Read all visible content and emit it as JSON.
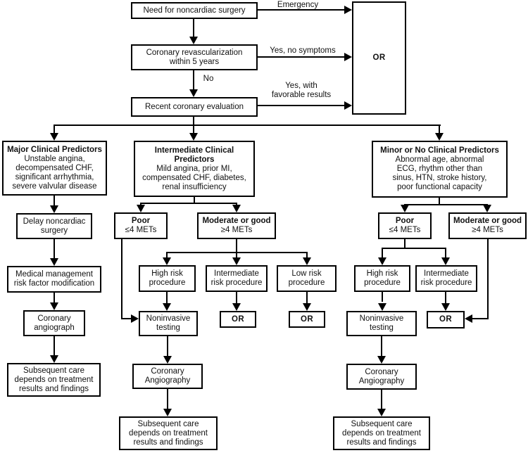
{
  "colors": {
    "line": "#000000",
    "background": "#ffffff",
    "text": "#111111"
  },
  "top": {
    "need_surgery": "Need for noncardiac surgery",
    "revascularization": "Coronary revascularization\nwithin 5 years",
    "recent_evaluation": "Recent coronary evaluation",
    "or_label": "OR",
    "labels": {
      "emergency": "Emergency",
      "yes_no_symptoms": "Yes, no symptoms",
      "no": "No",
      "yes_favorable": "Yes, with\nfavorable results"
    }
  },
  "left": {
    "predictors": {
      "title": "Major Clinical Predictors",
      "body": "Unstable angina,\ndecompensated CHF,\nsignificant arrhythmia,\nsevere valvular disease"
    },
    "delay": "Delay noncardiac\nsurgery",
    "medical": "Medical management\nrisk factor modification",
    "angiograph": "Coronary\nangiograph",
    "subsequent": "Subsequent care\ndepends on treatment\nresults and findings"
  },
  "middle": {
    "predictors": {
      "title": "Intermediate Clinical\nPredictors",
      "body": "Mild angina, prior MI,\ncompensated CHF, diabetes,\nrenal insufficiency"
    },
    "poor": {
      "title": "Poor",
      "body": "≤4 METs"
    },
    "moderate": {
      "title": "Moderate or good",
      "body": "≥4 METs"
    },
    "high_risk": "High risk\nprocedure",
    "intermediate_risk": "Intermediate\nrisk procedure",
    "low_risk": "Low risk\nprocedure",
    "noninvasive": "Noninvasive\ntesting",
    "or_1": "OR",
    "or_2": "OR",
    "angiography": "Coronary\nAngiography",
    "subsequent": "Subsequent care\ndepends on treatment\nresults and findings"
  },
  "right": {
    "predictors": {
      "title": "Minor or No Clinical Predictors",
      "body": "Abnormal age, abnormal\nECG, rhythm other than\nsinus, HTN, stroke history,\npoor functional capacity"
    },
    "poor": {
      "title": "Poor",
      "body": "≤4 METs"
    },
    "moderate": {
      "title": "Moderate or good",
      "body": "≥4 METs"
    },
    "high_risk": "High risk\nprocedure",
    "intermediate_risk": "Intermediate\nrisk procedure",
    "noninvasive": "Noninvasive\ntesting",
    "or_1": "OR",
    "angiography": "Coronary\nAngiography",
    "subsequent": "Subsequent care\ndepends on treatment\nresults and findings"
  }
}
